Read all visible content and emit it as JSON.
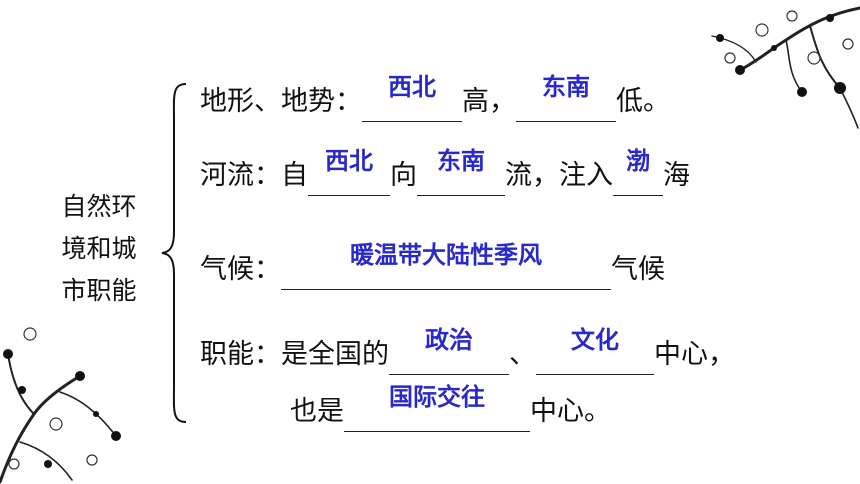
{
  "topic": [
    "自然环",
    "境和城",
    "市职能"
  ],
  "lines": {
    "terrain": {
      "label": "地形、地势：",
      "answer1": "西北",
      "mid": "高，",
      "answer2": "东南",
      "end": "低。"
    },
    "rivers": {
      "label": "河流：自",
      "answer1": "西北",
      "mid1": "向",
      "answer2": "东南",
      "mid2": "流，注入",
      "answer3": "渤",
      "end": "海"
    },
    "climate": {
      "label": "气候：",
      "answer": "暖温带大陆性季风",
      "end": "气候"
    },
    "function": {
      "label": "职能：是全国的",
      "answer1": "政治",
      "mid": "、",
      "answer2": "文化",
      "end": "中心，"
    },
    "function2": {
      "label": "也是",
      "answer": "国际交往",
      "end": "中心。"
    }
  },
  "colors": {
    "text": "#111111",
    "answer": "#2929c8"
  },
  "icons": {
    "decor_top_right": "plum-blossom-branch-icon",
    "decor_bottom_left": "plum-blossom-branch-icon"
  }
}
